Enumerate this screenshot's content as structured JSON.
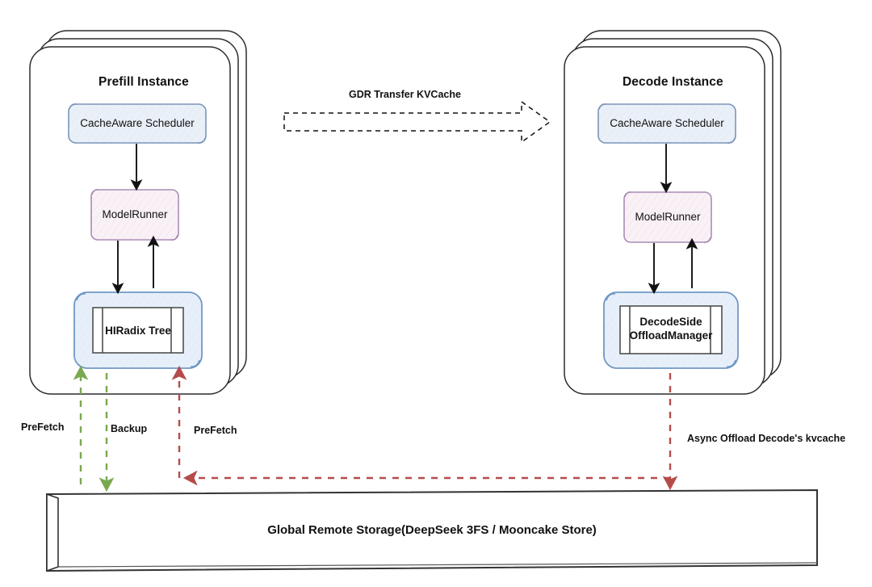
{
  "diagram": {
    "title": "Prefill-Decode disaggregation KVCache architecture",
    "colors": {
      "scheduler_stroke": "#7b94b8",
      "scheduler_fill": "#eaf0f8",
      "modelrunner_stroke": "#a98bb5",
      "modelrunner_fill": "#f9f1f6",
      "radix_stroke": "#6f97c4",
      "radix_fill": "#e7f0fa",
      "instance_stroke": "#2b2b2b",
      "green": "#7aa84f",
      "red": "#b54c4c",
      "black": "#111111",
      "storage_stroke": "#333333"
    }
  },
  "prefill": {
    "title": "Prefill Instance",
    "scheduler": "CacheAware Scheduler",
    "model_runner": "ModelRunner",
    "radix_tree": "HIRadix Tree"
  },
  "decode": {
    "title": "Decode Instance",
    "scheduler": "CacheAware Scheduler",
    "model_runner": "ModelRunner",
    "offload_manager_line1": "DecodeSide",
    "offload_manager_line2": "OffloadManager"
  },
  "transfer": {
    "gdr_label": "GDR Transfer KVCache"
  },
  "flows": {
    "prefetch_left": "PreFetch",
    "backup": "Backup",
    "prefetch_right": "PreFetch",
    "async_offload": "Async Offload Decode's kvcache"
  },
  "storage": {
    "label": "Global Remote Storage(DeepSeek 3FS / Mooncake Store)"
  }
}
